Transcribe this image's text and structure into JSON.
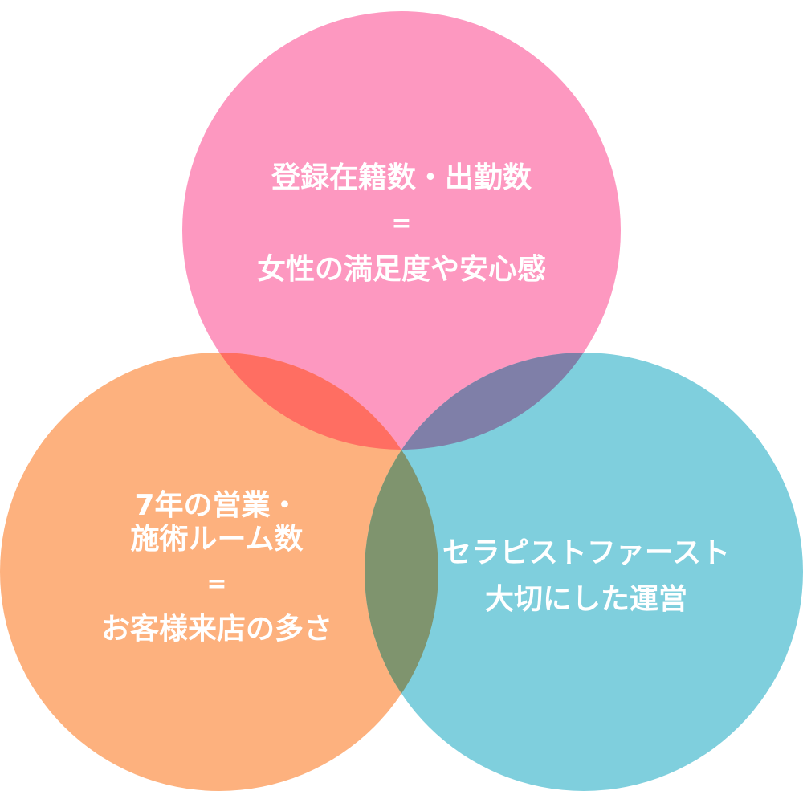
{
  "colors": {
    "top": "#fd98c0",
    "left": "#fdb17e",
    "right": "#7fcfdd",
    "overlap_top_left": "#ff6e62",
    "overlap_top_right": "#7f7fa8",
    "overlap_left_right": "#7f946e",
    "text": "#ffffff"
  },
  "circles": {
    "top": {
      "lines": [
        "登録在籍数・出勤数",
        "=",
        "女性の満足度や安心感"
      ]
    },
    "left": {
      "lines": [
        "7年の営業・",
        "施術ルーム数",
        "=",
        "お客様来店の多さ"
      ]
    },
    "right": {
      "lines": [
        "セラピストファースト",
        "大切にした運営"
      ]
    }
  }
}
